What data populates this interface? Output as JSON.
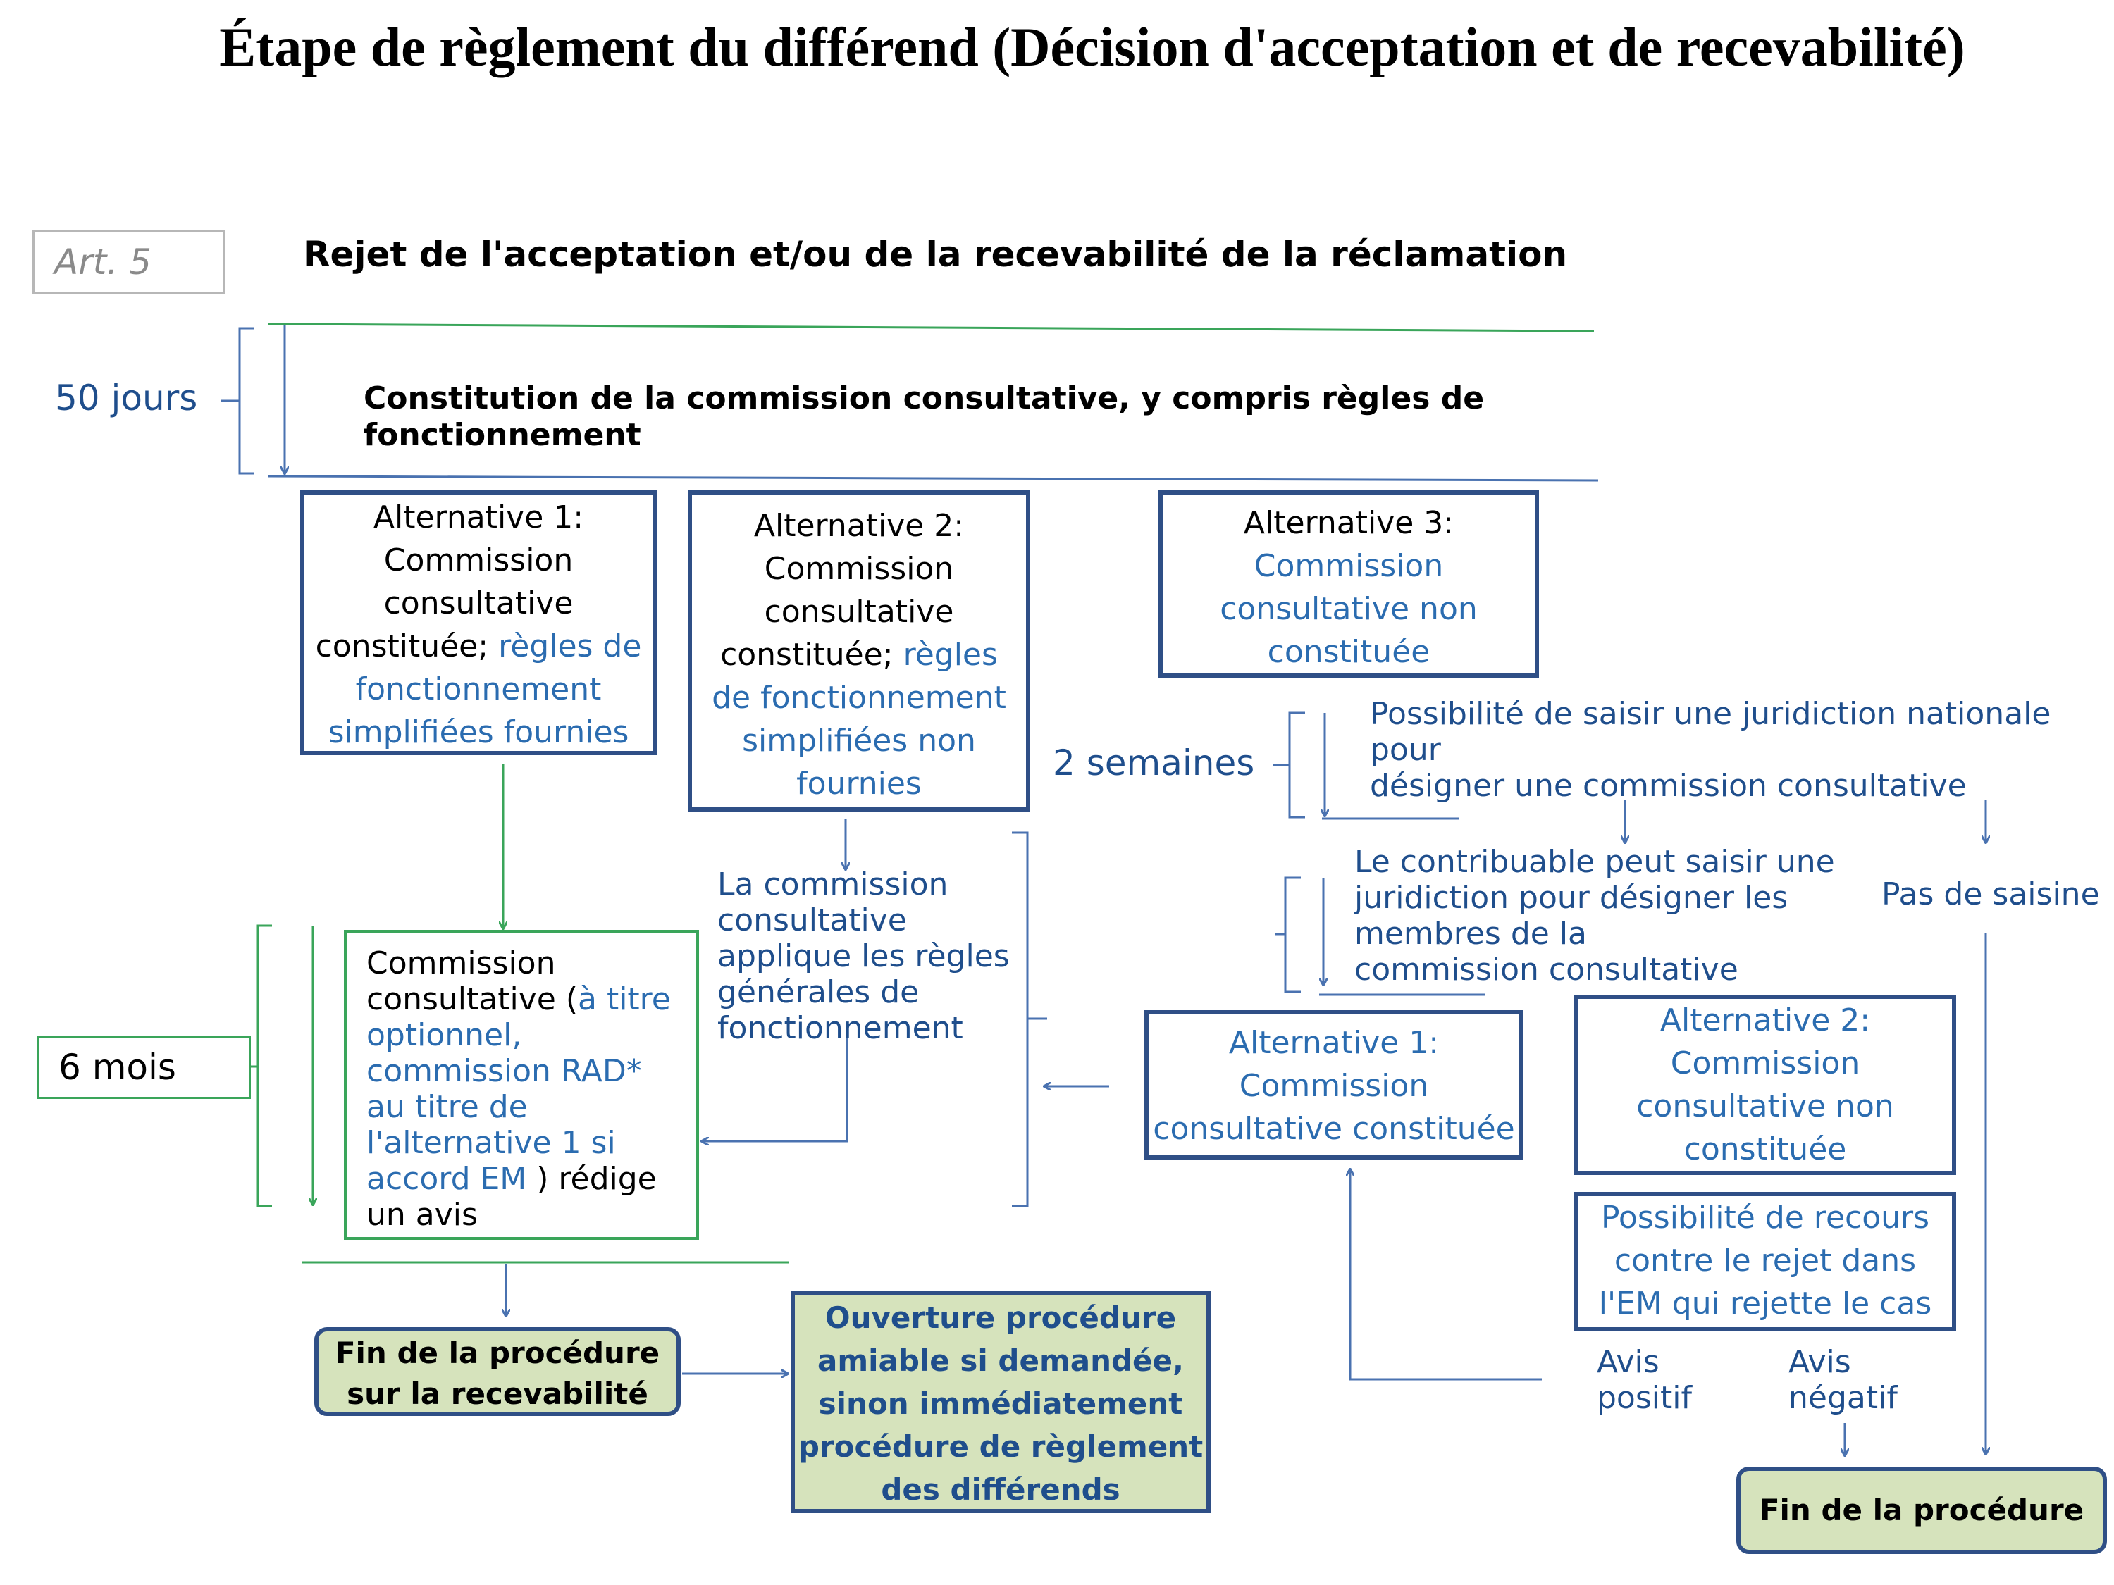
{
  "title": "Étape de règlement du différend (Décision d'acceptation et de recevabilité)",
  "article": "Art. 5",
  "subtitle": "Rejet de l'acceptation et/ou de la recevabilité de la réclamation",
  "durations": {
    "days50": "50 jours",
    "weeks2": "2 semaines",
    "months6": "6 mois"
  },
  "constitution": "Constitution de la commission consultative, y compris règles de fonctionnement",
  "alt1": {
    "title": "Alternative 1:",
    "l1": "Commission",
    "l2": "consultative",
    "l3a": "constituée;",
    "l3b": "règles de",
    "l4": "fonctionnement",
    "l5": "simplifiées fournies"
  },
  "alt2": {
    "title": "Alternative 2:",
    "l1": "Commission",
    "l2": "consultative",
    "l3a": "constituée;",
    "l3b": "règles",
    "l4": "de fonctionnement",
    "l5": "simplifiées non",
    "l6": "fournies"
  },
  "alt3": {
    "title": "Alternative 3:",
    "l1": "Commission",
    "l2": "consultative non",
    "l3": "constituée"
  },
  "saisir_nationale": {
    "l1": "Possibilité de saisir une juridiction nationale",
    "l2": "pour",
    "l3": "désigner une commission consultative"
  },
  "contribuable": {
    "l1": "Le contribuable peut saisir une",
    "l2": "juridiction pour désigner les",
    "l3": "membres de la",
    "l4": "commission consultative"
  },
  "pas_de_saisine": "Pas de saisine",
  "regles_generales": {
    "l1": "La commission",
    "l2": "consultative",
    "l3": "applique les règles",
    "l4": "générales de",
    "l5": "fonctionnement"
  },
  "commission_avis": {
    "l1": "Commission",
    "l2a": "consultative (",
    "l2b": "à titre",
    "l3": "optionnel,",
    "l4": "commission RAD*",
    "l5": "au titre de",
    "l6": "l'alternative 1 si",
    "l7a": "accord EM",
    "l7b": " ) rédige",
    "l8": "un avis"
  },
  "right_alt1": {
    "l1": "Alternative 1:",
    "l2": "Commission",
    "l3": "consultative constituée"
  },
  "right_alt2": {
    "l1": "Alternative 2:",
    "l2": "Commission",
    "l3": "consultative non",
    "l4": "constituée"
  },
  "recours": {
    "l1": "Possibilité de recours",
    "l2": "contre le rejet dans",
    "l3": "l'EM qui rejette le cas"
  },
  "avis_positif": {
    "l1": "Avis",
    "l2": "positif"
  },
  "avis_negatif": {
    "l1": "Avis",
    "l2": "négatif"
  },
  "fin_recevabilite": {
    "l1": "Fin de la procédure",
    "l2": "sur la recevabilité"
  },
  "ouverture": {
    "l1": "Ouverture procédure",
    "l2": "amiable si demandée,",
    "l3": "sinon immédiatement",
    "l4": "procédure de règlement",
    "l5": "des différends"
  },
  "fin_procedure": "Fin de la procédure",
  "colors": {
    "dark_blue": "#2f4f86",
    "text_blue": "#1f4e8c",
    "light_blue": "#2b6cb0",
    "line_blue": "#4a72b0",
    "green": "#3aa55a",
    "box_fill": "#d6e3bc"
  }
}
